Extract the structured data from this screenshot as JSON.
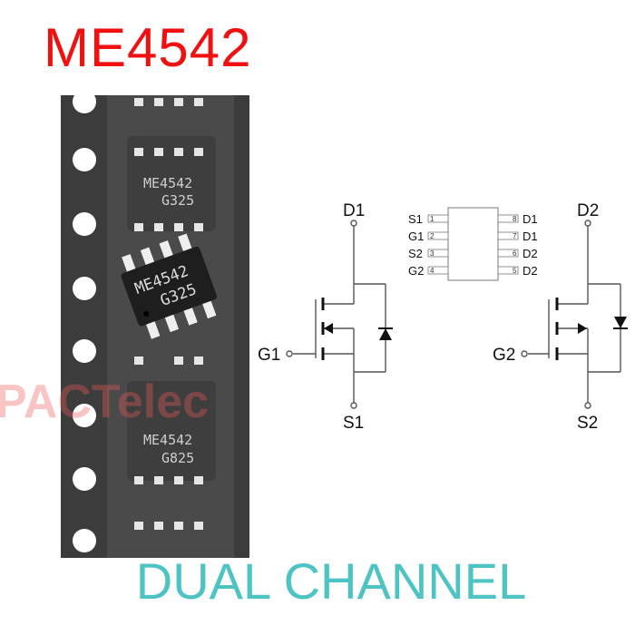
{
  "title": "ME4542",
  "footer": "DUAL CHANNEL",
  "watermark": "PACTelec",
  "chip": {
    "marking_line1": "ME4542",
    "marking_line2": "G325",
    "marking_line2_alt": "G825"
  },
  "pinout": {
    "left": [
      {
        "num": "1",
        "name": "S1"
      },
      {
        "num": "2",
        "name": "G1"
      },
      {
        "num": "3",
        "name": "S2"
      },
      {
        "num": "4",
        "name": "G2"
      }
    ],
    "right": [
      {
        "num": "8",
        "name": "D1"
      },
      {
        "num": "7",
        "name": "D1"
      },
      {
        "num": "6",
        "name": "D2"
      },
      {
        "num": "5",
        "name": "D2"
      }
    ]
  },
  "mosfet1": {
    "drain": "D1",
    "gate": "G1",
    "source": "S1"
  },
  "mosfet2": {
    "drain": "D2",
    "gate": "G2",
    "source": "S2"
  },
  "colors": {
    "title": "#f01010",
    "footer": "#4dc3c3",
    "tape": "#3a3a3a"
  }
}
